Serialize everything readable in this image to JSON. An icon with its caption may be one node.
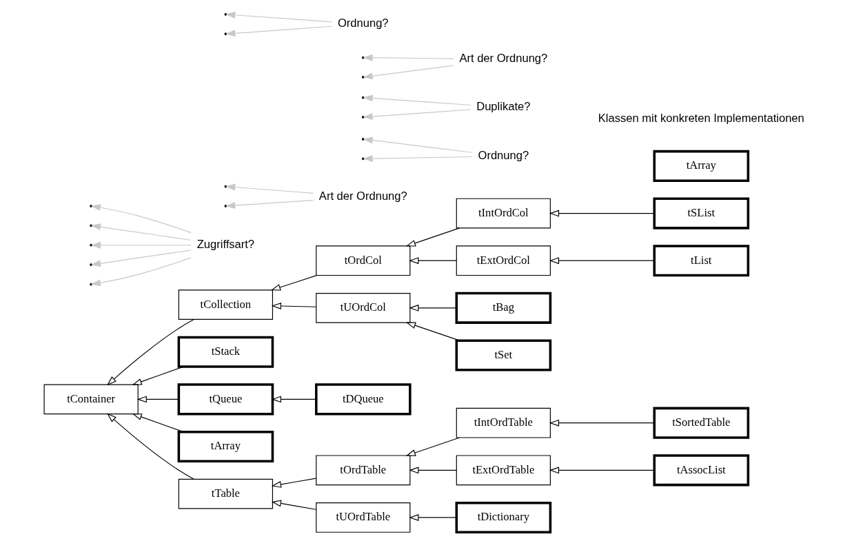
{
  "diagram": {
    "nodes": [
      {
        "text": [
          "tContainer"
        ]
      },
      {
        "text": [
          "tCollection"
        ]
      },
      {
        "text": [
          "tStack"
        ]
      },
      {
        "text": [
          "tQueue"
        ]
      },
      {
        "text": [
          "tArray"
        ]
      },
      {
        "text": [
          "tTable"
        ]
      },
      {
        "text": [
          "tOrdCol"
        ]
      },
      {
        "text": [
          "tUOrdCol"
        ]
      },
      {
        "text": [
          "tDQueue"
        ]
      },
      {
        "text": [
          "tIntOrdCol"
        ]
      },
      {
        "text": [
          "tExtOrdCol"
        ]
      },
      {
        "text": [
          "tBag"
        ]
      },
      {
        "text": [
          "tSet"
        ]
      },
      {
        "text": [
          "tSList"
        ]
      },
      {
        "text": [
          "tList"
        ]
      },
      {
        "text": [
          "tOrdTable"
        ]
      },
      {
        "text": [
          "tUOrdTable"
        ]
      },
      {
        "text": [
          "tIntOrdTable"
        ]
      },
      {
        "text": [
          "tExtOrdTable"
        ]
      },
      {
        "text": [
          "tSortedTable"
        ]
      },
      {
        "text": [
          "tAssocList"
        ]
      },
      {
        "text": [
          "tDictionary"
        ]
      },
      {
        "text": [
          "tArray"
        ]
      },
      {
        "text": [
          "Zugriffsart?"
        ]
      },
      {
        "text": [
          "Art der Ordnung?"
        ]
      },
      {
        "text": [
          "Ordnung?"
        ]
      },
      {
        "text": [
          "Duplikate?"
        ]
      },
      {
        "text": [
          "Art der Ordnung?"
        ]
      },
      {
        "text": [
          "Ordnung?"
        ]
      }
    ],
    "edges": [
      {
        "from": 1,
        "to": 0,
        "arrow": "to"
      },
      {
        "from": 2,
        "to": 0,
        "arrow": "to"
      },
      {
        "from": 3,
        "to": 0,
        "arrow": "to"
      },
      {
        "from": 4,
        "to": 0,
        "arrow": "to"
      },
      {
        "from": 5,
        "to": 0,
        "arrow": "to"
      },
      {
        "from": 6,
        "to": 1,
        "arrow": "to"
      },
      {
        "from": 7,
        "to": 1,
        "arrow": "to"
      },
      {
        "from": 8,
        "to": 3,
        "arrow": "to"
      },
      {
        "from": 9,
        "to": 6,
        "arrow": "to"
      },
      {
        "from": 10,
        "to": 6,
        "arrow": "to"
      },
      {
        "from": 11,
        "to": 7,
        "arrow": "to"
      },
      {
        "from": 12,
        "to": 7,
        "arrow": "to"
      },
      {
        "from": 13,
        "to": 9,
        "arrow": "to"
      },
      {
        "from": 14,
        "to": 10,
        "arrow": "to"
      },
      {
        "from": 15,
        "to": 5,
        "arrow": "to"
      },
      {
        "from": 16,
        "to": 5,
        "arrow": "to"
      },
      {
        "from": 17,
        "to": 15,
        "arrow": "to"
      },
      {
        "from": 18,
        "to": 15,
        "arrow": "to"
      },
      {
        "from": 19,
        "to": 17,
        "arrow": "to"
      },
      {
        "from": 20,
        "to": 18,
        "arrow": "to"
      },
      {
        "from": 21,
        "to": 16,
        "arrow": "to"
      },
      {
        "from": 23,
        "to": null,
        "arrow": "to",
        "color": "#c8c8c8"
      },
      {
        "from": 23,
        "to": null,
        "arrow": "to",
        "color": "#c8c8c8"
      },
      {
        "from": 23,
        "to": null,
        "arrow": "to",
        "color": "#c8c8c8"
      },
      {
        "from": 23,
        "to": null,
        "arrow": "to",
        "color": "#c8c8c8"
      },
      {
        "from": 23,
        "to": null,
        "arrow": "to",
        "color": "#c8c8c8"
      },
      {
        "from": 24,
        "to": null,
        "arrow": "to",
        "color": "#c8c8c8"
      },
      {
        "from": 24,
        "to": null,
        "arrow": "to",
        "color": "#c8c8c8"
      },
      {
        "from": 25,
        "to": null,
        "arrow": "to",
        "color": "#c8c8c8"
      },
      {
        "from": 25,
        "to": null,
        "arrow": "to",
        "color": "#c8c8c8"
      },
      {
        "from": 26,
        "to": null,
        "arrow": "to",
        "color": "#c8c8c8"
      },
      {
        "from": 26,
        "to": null,
        "arrow": "to",
        "color": "#c8c8c8"
      },
      {
        "from": 27,
        "to": null,
        "arrow": "to",
        "color": "#c8c8c8"
      },
      {
        "from": 27,
        "to": null,
        "arrow": "to",
        "color": "#c8c8c8"
      },
      {
        "from": 28,
        "to": null,
        "arrow": "to",
        "color": "#c8c8c8"
      },
      {
        "from": 28,
        "to": null,
        "arrow": "to",
        "color": "#c8c8c8"
      }
    ],
    "legend": [
      {
        "text": "Klassen mit konkreten Implementationen"
      }
    ]
  }
}
